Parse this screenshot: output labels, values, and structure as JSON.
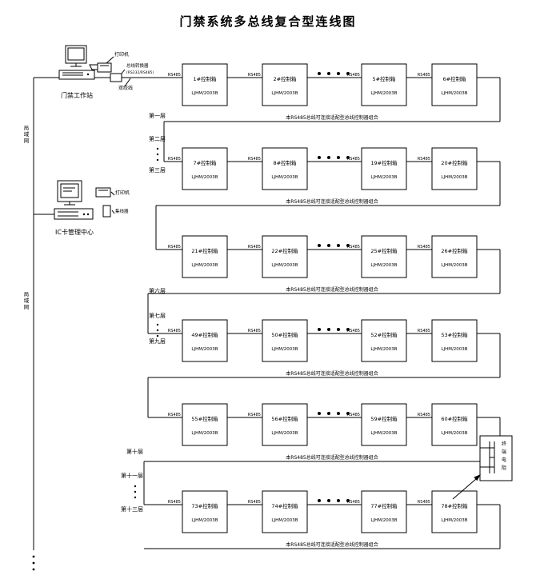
{
  "title": "门禁系统多总线复合型连线图",
  "colors": {
    "line": "#000000",
    "bg": "#ffffff"
  },
  "labels": {
    "rs485": "RS485",
    "lan": "局域网",
    "workstation": "门禁工作站",
    "ic_center": "IC卡管理中心",
    "printer": "打印机",
    "converter": "总线转换器",
    "converter_sub": "(RS232/RS485)",
    "twisted_pair": "双绞线",
    "hub": "集线器",
    "terminal": "终端电阻"
  },
  "model": "LJHM/2003B",
  "note": "本RS485总线可连接适配型总线控制器组合",
  "rows": [
    {
      "floors": [
        "第一层"
      ],
      "boxes": [
        "1#控制箱",
        "2#控制箱",
        "5#控制箱",
        "6#控制箱"
      ]
    },
    {
      "floors": [
        "第二层",
        "第三层"
      ],
      "boxes": [
        "7#控制箱",
        "8#控制箱",
        "19#控制箱",
        "20#控制箱"
      ]
    },
    {
      "floors": [
        "第六层"
      ],
      "boxes": [
        "21#控制箱",
        "22#控制箱",
        "25#控制箱",
        "26#控制箱"
      ]
    },
    {
      "floors": [
        "第七层",
        "第九层"
      ],
      "boxes": [
        "49#控制箱",
        "50#控制箱",
        "52#控制箱",
        "53#控制箱"
      ]
    },
    {
      "floors": [
        "第十层"
      ],
      "boxes": [
        "55#控制箱",
        "56#控制箱",
        "59#控制箱",
        "60#控制箱"
      ]
    },
    {
      "floors": [
        "第十一层",
        "第十三层"
      ],
      "boxes": [
        "73#控制箱",
        "74#控制箱",
        "77#控制箱",
        "78#控制箱"
      ]
    }
  ]
}
